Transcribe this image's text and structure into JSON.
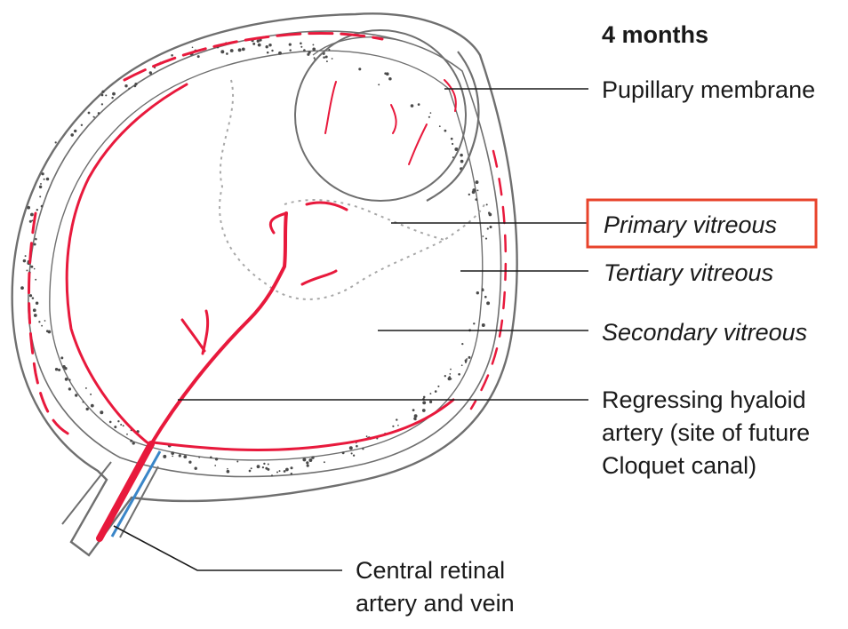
{
  "diagram": {
    "stage": "4 months",
    "highlight_color": "#e8432b",
    "vessel_color": "#e8193c",
    "vein_color": "#3a86c8",
    "labels": {
      "pupillary_membrane": "Pupillary membrane",
      "primary_vitreous": "Primary vitreous",
      "tertiary_vitreous": "Tertiary vitreous",
      "secondary_vitreous": "Secondary vitreous",
      "hyaloid_line1": "Regressing hyaloid",
      "hyaloid_line2": "artery (site of future",
      "hyaloid_line3": "Cloquet canal)",
      "retinal_line1": "Central retinal",
      "retinal_line2": "artery and vein"
    },
    "highlighted_label": "Primary vitreous"
  }
}
